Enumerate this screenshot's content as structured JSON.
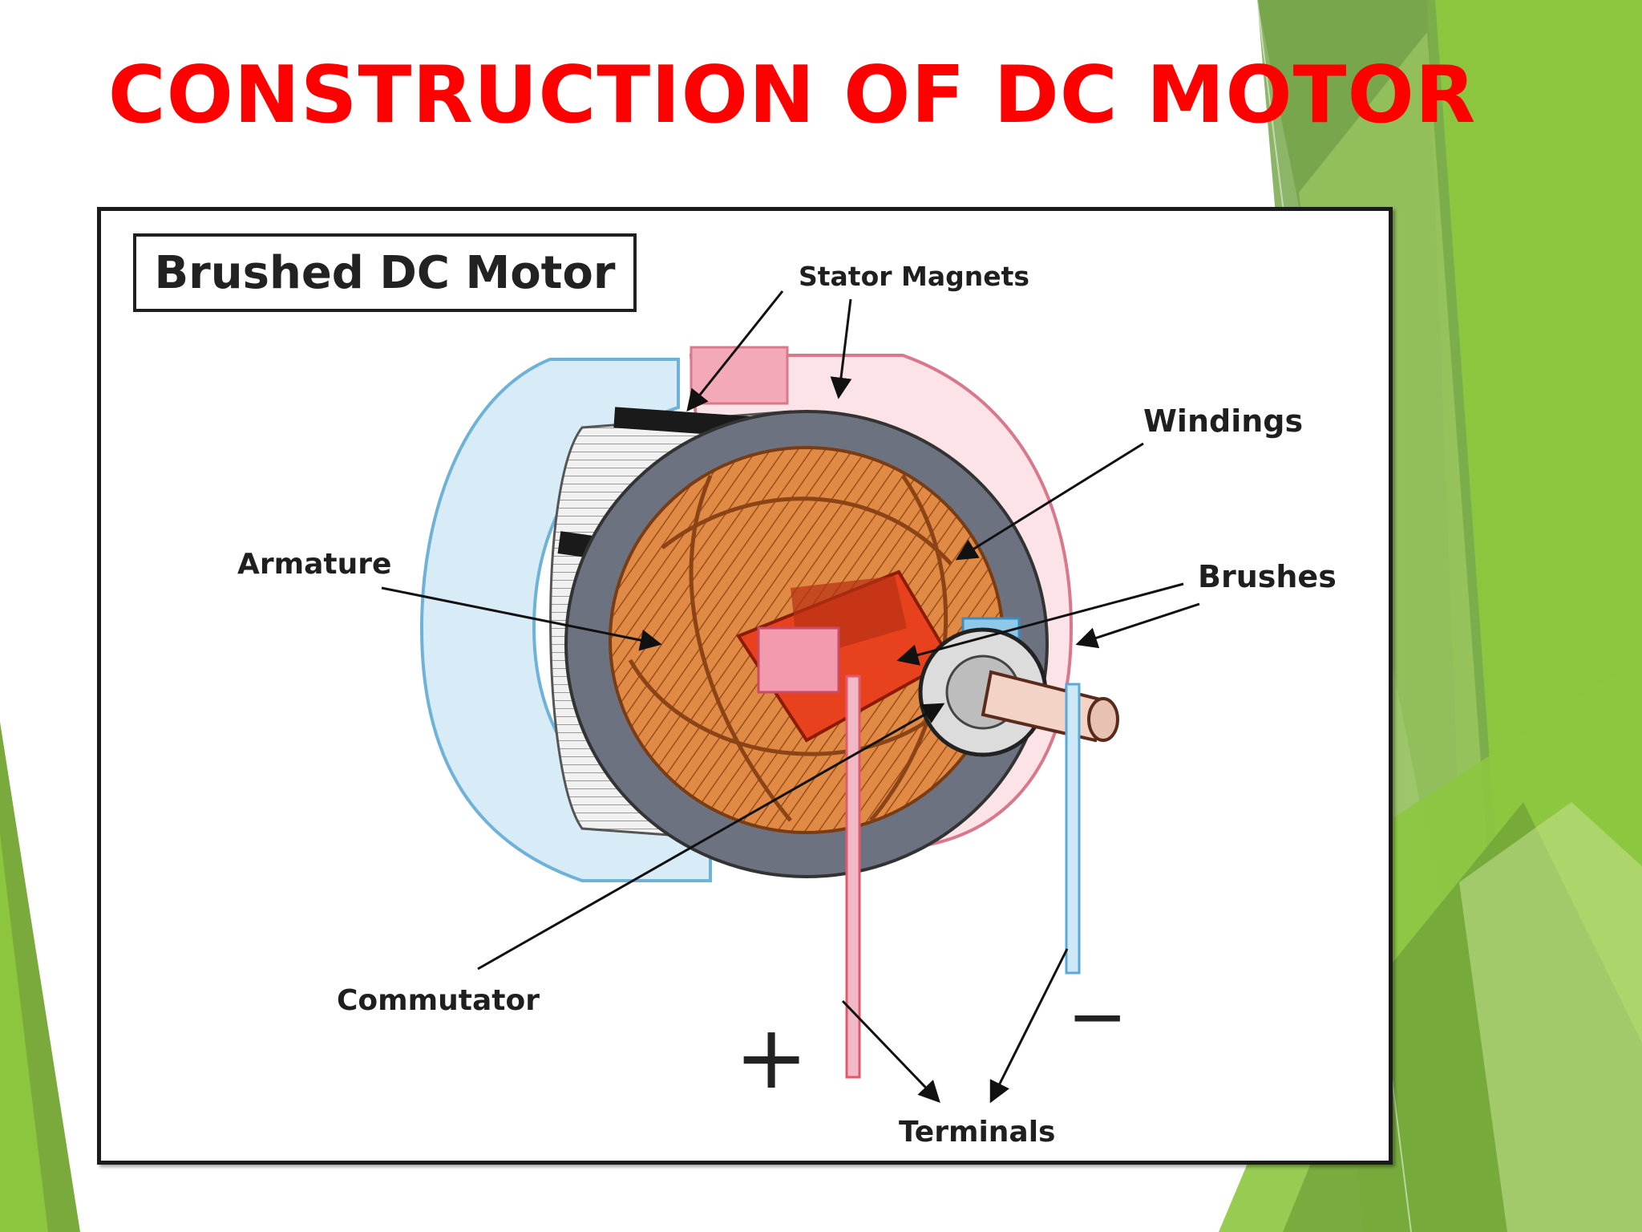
{
  "slide": {
    "title": "CONSTRUCTION OF DC MOTOR",
    "title_color": "#ff0000",
    "accent_green_dark": "#6e9a48",
    "accent_green_light": "#8dc63f"
  },
  "diagram": {
    "box_title": "Brushed DC Motor",
    "labels": {
      "stator_magnets": "Stator Magnets",
      "windings": "Windings",
      "armature": "Armature",
      "brushes": "Brushes",
      "commutator": "Commutator",
      "terminals": "Terminals",
      "plus": "+",
      "minus": "−"
    },
    "colors": {
      "stator_blue": "#cfe6f4",
      "stator_pink": "#f4a9b7",
      "windings": "#d9803c",
      "commutator": "#e8411e",
      "terminal_positive": "#e05a6e",
      "terminal_negative": "#5aa9d6"
    }
  }
}
